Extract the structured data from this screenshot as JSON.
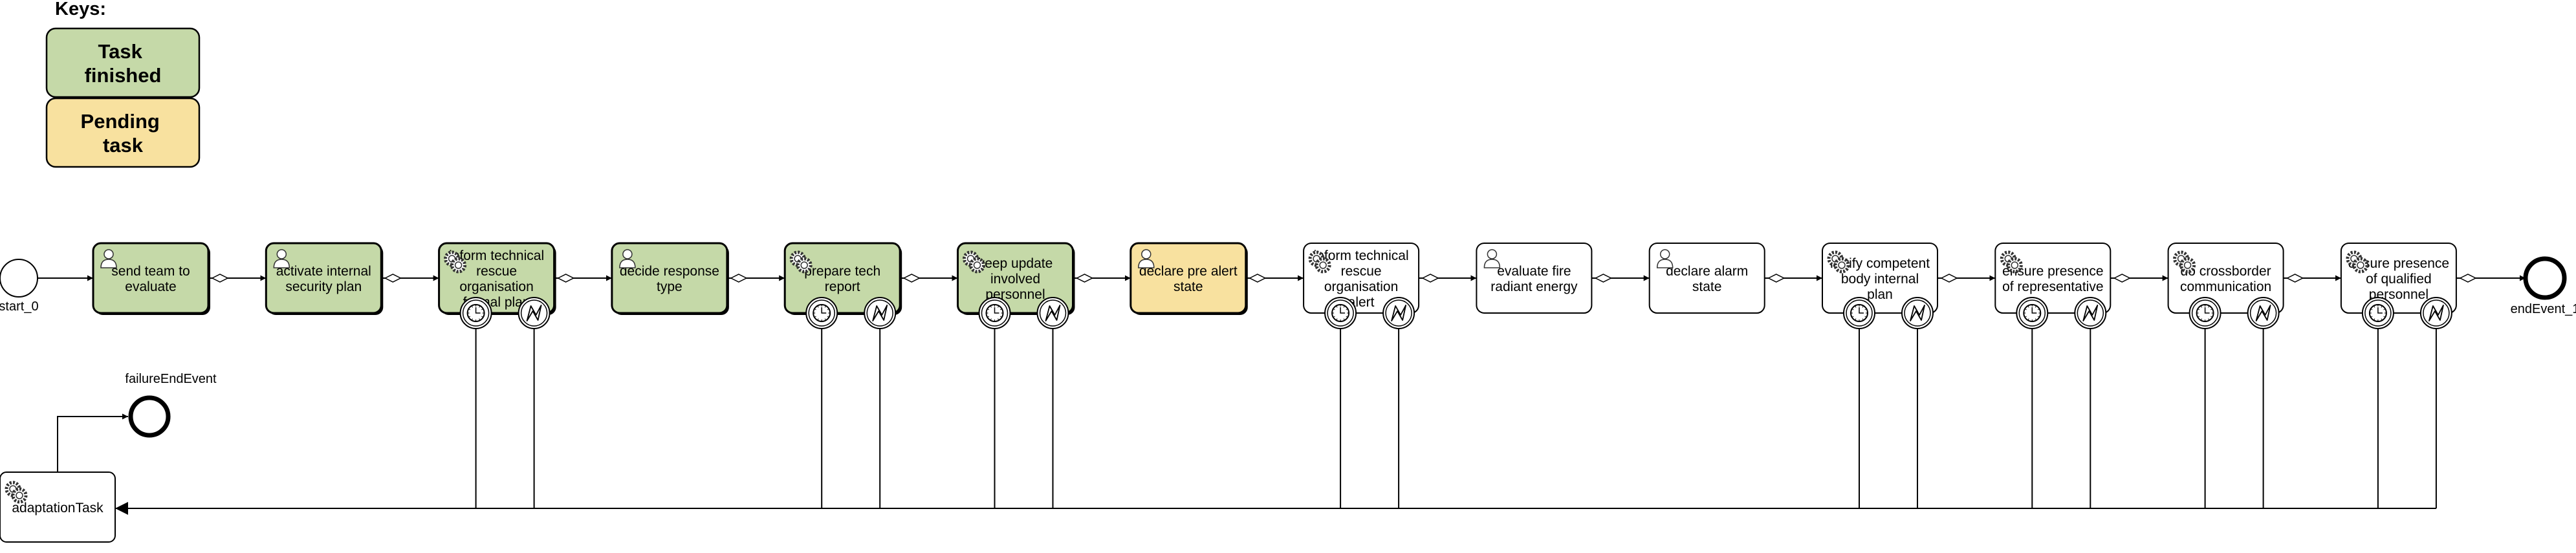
{
  "keys": {
    "title": "Keys:",
    "items": [
      {
        "label": [
          "Task",
          "finished"
        ],
        "color": "#c5d9a8"
      },
      {
        "label": [
          "Pending",
          "task"
        ],
        "color": "#f8e19f"
      }
    ]
  },
  "colors": {
    "finished": "#c5d9a8",
    "pending": "#f8e19f",
    "open": "#ffffff",
    "stroke": "#000000",
    "edge": "#000000"
  },
  "events": {
    "start": "start_0",
    "end": "endEvent_1",
    "failure": "failureEndEvent"
  },
  "tasks": [
    {
      "lines": [
        "send team to",
        "evaluate"
      ],
      "type": "user",
      "status": "finished",
      "timer": false,
      "failure": false
    },
    {
      "lines": [
        "activate internal",
        "security plan"
      ],
      "type": "user",
      "status": "finished",
      "timer": false,
      "failure": false
    },
    {
      "lines": [
        "inform technical",
        "rescue",
        "organisation",
        "formal plan"
      ],
      "type": "service",
      "status": "finished",
      "timer": true,
      "failure": true
    },
    {
      "lines": [
        "decide response",
        "type"
      ],
      "type": "user",
      "status": "finished",
      "timer": false,
      "failure": false
    },
    {
      "lines": [
        "prepare tech",
        "report"
      ],
      "type": "service",
      "status": "finished",
      "timer": true,
      "failure": true
    },
    {
      "lines": [
        "keep update",
        "involved",
        "personnel"
      ],
      "type": "service",
      "status": "finished",
      "timer": true,
      "failure": true
    },
    {
      "lines": [
        "declare pre alert",
        "state"
      ],
      "type": "user",
      "status": "pending",
      "timer": false,
      "failure": false
    },
    {
      "lines": [
        "inform technical",
        "rescue",
        "organisation",
        "alert"
      ],
      "type": "service",
      "status": "open",
      "timer": true,
      "failure": true
    },
    {
      "lines": [
        "evaluate fire",
        "radiant energy"
      ],
      "type": "user",
      "status": "open",
      "timer": false,
      "failure": false
    },
    {
      "lines": [
        "declare alarm",
        "state"
      ],
      "type": "user",
      "status": "open",
      "timer": false,
      "failure": false
    },
    {
      "lines": [
        "notify competent",
        "body internal",
        "plan"
      ],
      "type": "service",
      "status": "open",
      "timer": true,
      "failure": true
    },
    {
      "lines": [
        "ensure presence",
        "of representative"
      ],
      "type": "service",
      "status": "open",
      "timer": true,
      "failure": true
    },
    {
      "lines": [
        "do crossborder",
        "communication"
      ],
      "type": "service",
      "status": "open",
      "timer": true,
      "failure": true
    },
    {
      "lines": [
        "ensure presence",
        "of qualified",
        "personnel"
      ],
      "type": "service",
      "status": "open",
      "timer": true,
      "failure": true
    }
  ],
  "adaptation_task": {
    "label": "adaptationTask",
    "type": "service"
  }
}
